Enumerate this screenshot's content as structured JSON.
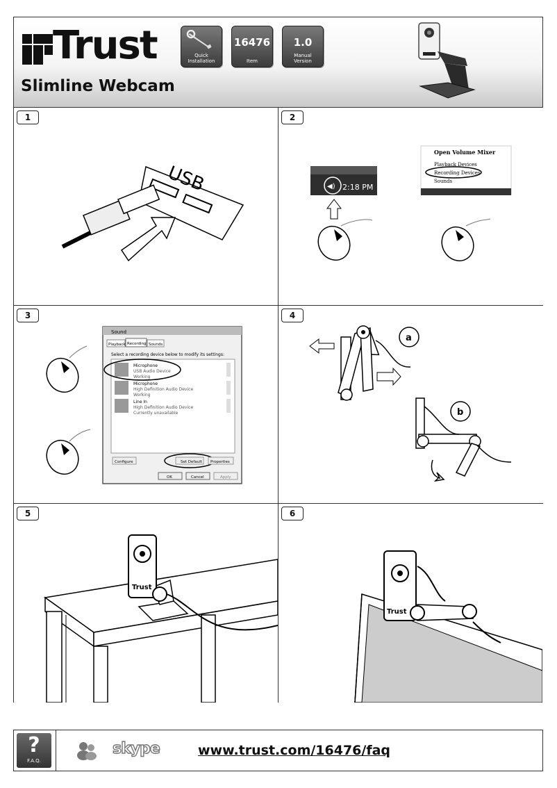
{
  "header": {
    "brand": "Trust",
    "title": "Slimline Webcam",
    "badges": [
      {
        "value": "",
        "label": "Quick\nInstallation",
        "icon": "wrench-icon"
      },
      {
        "value": "16476",
        "label": "Item"
      },
      {
        "value": "1.0",
        "label": "Manual\nVersion"
      }
    ]
  },
  "steps": [
    {
      "number": "1",
      "texts": {
        "usb": "USB"
      }
    },
    {
      "number": "2",
      "texts": {
        "clock": "2:18 PM",
        "menu": [
          "Open Volume Mixer",
          "Playback Devices",
          "Recording Devices",
          "Sounds"
        ]
      }
    },
    {
      "number": "3",
      "texts": {
        "window_title": "Sound",
        "tabs": [
          "Playback",
          "Recording",
          "Sounds"
        ],
        "instruction": "Select a recording device below to modify its settings:",
        "devices": [
          {
            "name": "Microphone",
            "detail": "USB Audio Device",
            "status": "Working"
          },
          {
            "name": "Microphone",
            "detail": "High Definition Audio Device",
            "status": "Working"
          },
          {
            "name": "Line In",
            "detail": "High Definition Audio Device",
            "status": "Currently unavailable"
          }
        ],
        "buttons": [
          "Configure",
          "Set Default",
          "Properties",
          "OK",
          "Cancel",
          "Apply"
        ]
      }
    },
    {
      "number": "4",
      "texts": {
        "a": "a",
        "b": "b"
      }
    },
    {
      "number": "5",
      "texts": {
        "logo": "Trust"
      }
    },
    {
      "number": "6",
      "texts": {
        "logo": "Trust"
      }
    }
  ],
  "footer": {
    "faq_label": "F.A.Q.",
    "faq_mark": "?",
    "skype": "skype",
    "url": "www.trust.com/16476/faq"
  }
}
